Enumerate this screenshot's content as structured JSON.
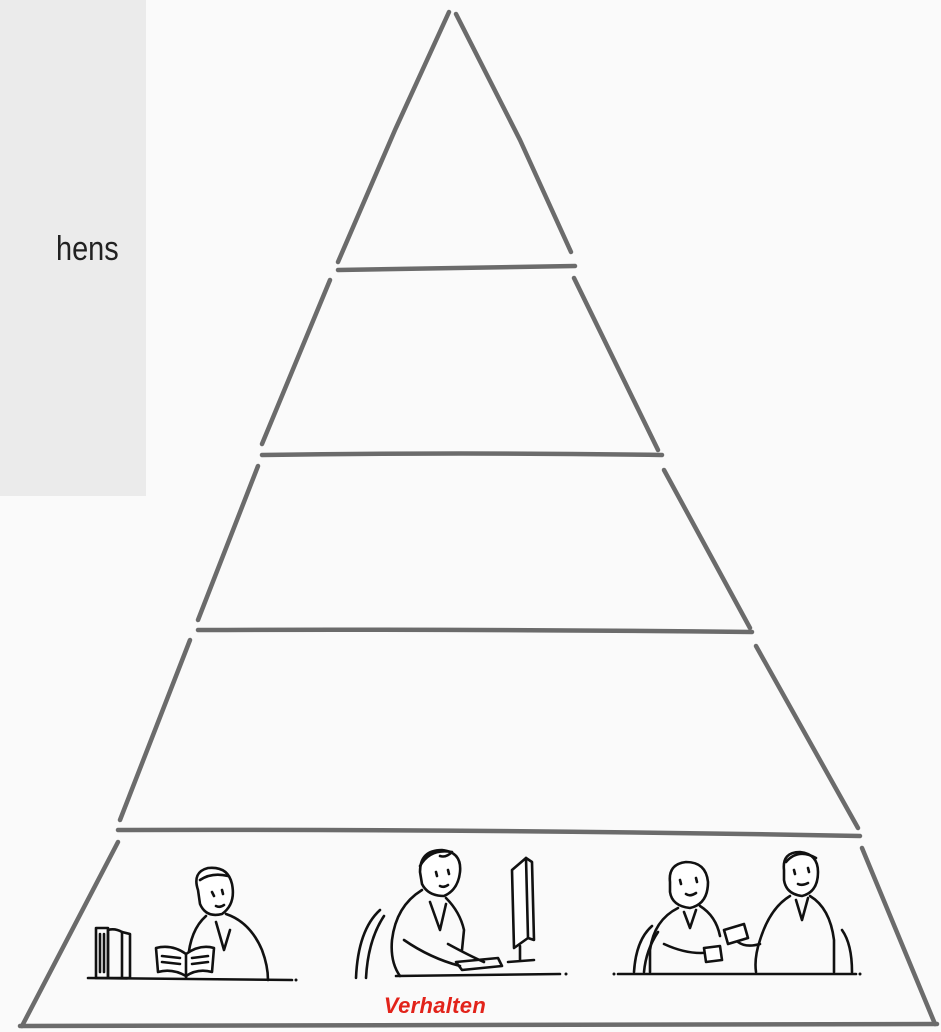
{
  "side_panel": {
    "text": "hens"
  },
  "pyramid": {
    "levels": 5,
    "base_label": "Verhalten"
  },
  "colors": {
    "background": "#fafafa",
    "panel": "#ebebeb",
    "pyramid_stroke": "#6b6b6b",
    "label_accent": "#e2231a"
  },
  "illustrations": [
    "reading-person-icon",
    "computer-user-icon",
    "two-people-talking-icon"
  ]
}
